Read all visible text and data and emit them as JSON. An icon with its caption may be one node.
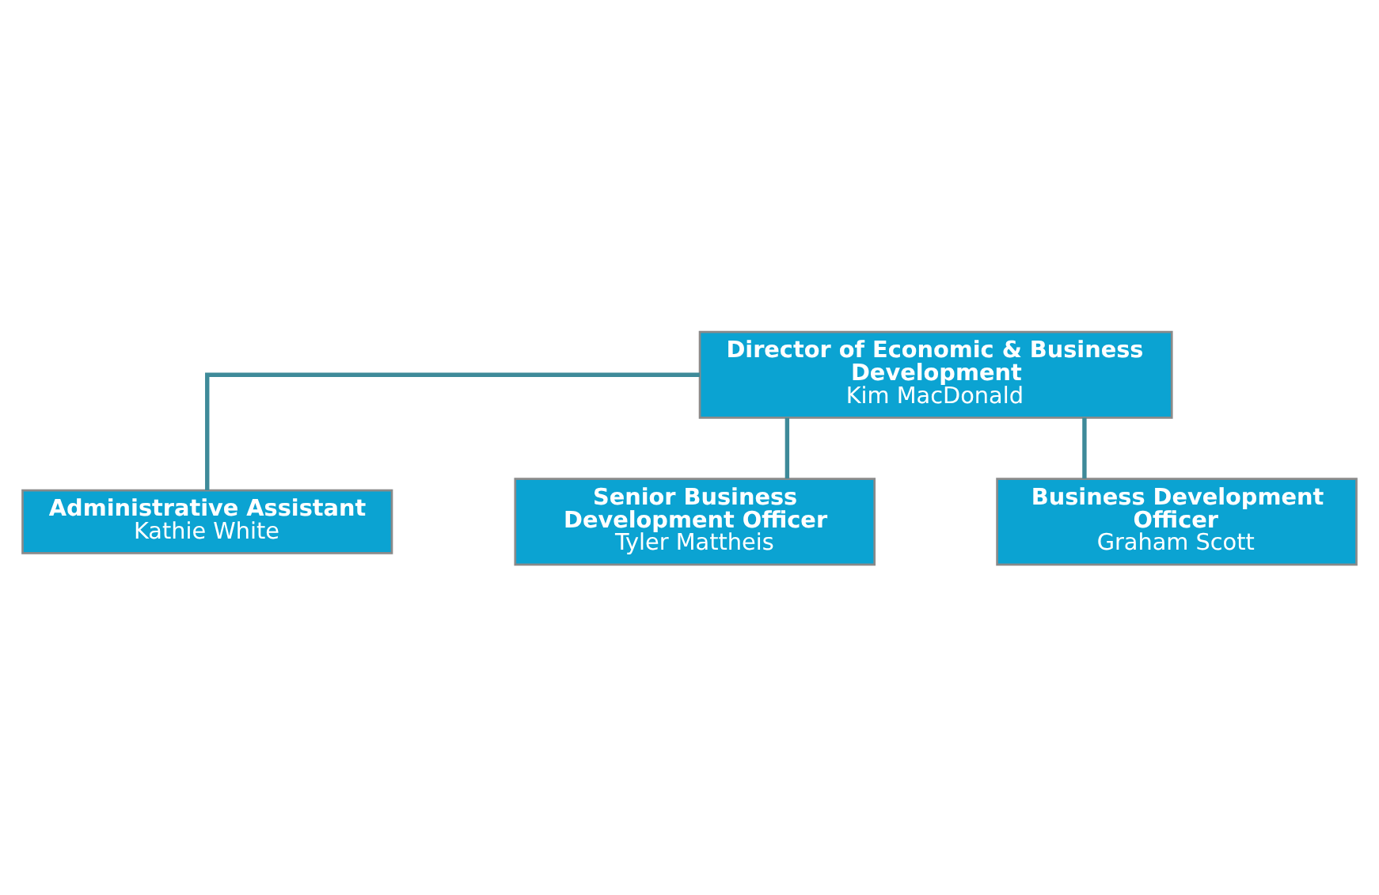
{
  "diagram": {
    "nodes": [
      {
        "text": [
          "Director of Economic & Business Development",
          "Kim MacDonald"
        ]
      },
      {
        "text": [
          "Administrative Assistant",
          "Kathie White"
        ]
      },
      {
        "text": [
          "Senior Business Development Officer",
          "Tyler Mattheis"
        ]
      },
      {
        "text": [
          "Business Development Officer",
          "Graham Scott"
        ]
      }
    ],
    "edges": [
      {
        "from": 0,
        "to": 1,
        "arrow": "none"
      },
      {
        "from": 0,
        "to": 2,
        "arrow": "none"
      },
      {
        "from": 0,
        "to": 3,
        "arrow": "none"
      }
    ]
  }
}
